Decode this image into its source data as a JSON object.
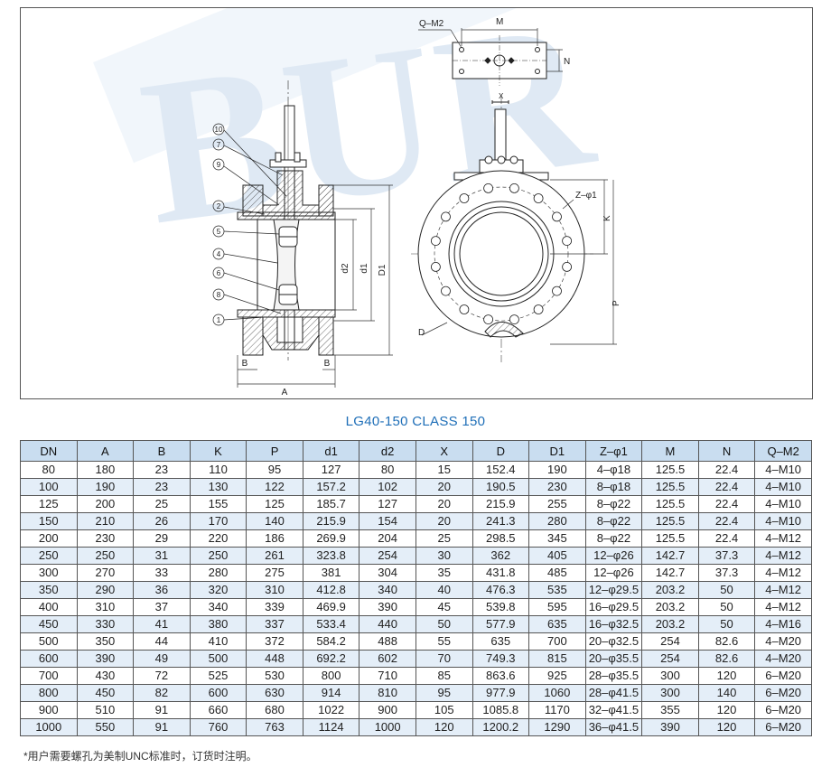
{
  "watermark": "BUR",
  "drawing": {
    "labels": {
      "callouts": [
        "10",
        "7",
        "9",
        "2",
        "5",
        "4",
        "6",
        "8",
        "1"
      ],
      "A": "A",
      "B_left": "B",
      "B_right": "B",
      "d2": "d2",
      "d1": "d1",
      "D1": "D1",
      "M": "M",
      "N": "N",
      "QM2": "Q–M2",
      "X": "X",
      "Z": "Z–φ1",
      "K": "K",
      "P": "P",
      "D": "D"
    }
  },
  "caption": "LG40-150  CLASS 150",
  "table": {
    "headers": [
      "DN",
      "A",
      "B",
      "K",
      "P",
      "d1",
      "d2",
      "X",
      "D",
      "D1",
      "Z–φ1",
      "M",
      "N",
      "Q–M2"
    ],
    "rows": [
      [
        "80",
        "180",
        "23",
        "110",
        "95",
        "127",
        "80",
        "15",
        "152.4",
        "190",
        "4–φ18",
        "125.5",
        "22.4",
        "4–M10"
      ],
      [
        "100",
        "190",
        "23",
        "130",
        "122",
        "157.2",
        "102",
        "20",
        "190.5",
        "230",
        "8–φ18",
        "125.5",
        "22.4",
        "4–M10"
      ],
      [
        "125",
        "200",
        "25",
        "155",
        "125",
        "185.7",
        "127",
        "20",
        "215.9",
        "255",
        "8–φ22",
        "125.5",
        "22.4",
        "4–M10"
      ],
      [
        "150",
        "210",
        "26",
        "170",
        "140",
        "215.9",
        "154",
        "20",
        "241.3",
        "280",
        "8–φ22",
        "125.5",
        "22.4",
        "4–M10"
      ],
      [
        "200",
        "230",
        "29",
        "220",
        "186",
        "269.9",
        "204",
        "25",
        "298.5",
        "345",
        "8–φ22",
        "125.5",
        "22.4",
        "4–M12"
      ],
      [
        "250",
        "250",
        "31",
        "250",
        "261",
        "323.8",
        "254",
        "30",
        "362",
        "405",
        "12–φ26",
        "142.7",
        "37.3",
        "4–M12"
      ],
      [
        "300",
        "270",
        "33",
        "280",
        "275",
        "381",
        "304",
        "35",
        "431.8",
        "485",
        "12–φ26",
        "142.7",
        "37.3",
        "4–M12"
      ],
      [
        "350",
        "290",
        "36",
        "320",
        "310",
        "412.8",
        "340",
        "40",
        "476.3",
        "535",
        "12–φ29.5",
        "203.2",
        "50",
        "4–M12"
      ],
      [
        "400",
        "310",
        "37",
        "340",
        "339",
        "469.9",
        "390",
        "45",
        "539.8",
        "595",
        "16–φ29.5",
        "203.2",
        "50",
        "4–M12"
      ],
      [
        "450",
        "330",
        "41",
        "380",
        "337",
        "533.4",
        "440",
        "50",
        "577.9",
        "635",
        "16–φ32.5",
        "203.2",
        "50",
        "4–M16"
      ],
      [
        "500",
        "350",
        "44",
        "410",
        "372",
        "584.2",
        "488",
        "55",
        "635",
        "700",
        "20–φ32.5",
        "254",
        "82.6",
        "4–M20"
      ],
      [
        "600",
        "390",
        "49",
        "500",
        "448",
        "692.2",
        "602",
        "70",
        "749.3",
        "815",
        "20–φ35.5",
        "254",
        "82.6",
        "4–M20"
      ],
      [
        "700",
        "430",
        "72",
        "525",
        "530",
        "800",
        "710",
        "85",
        "863.6",
        "925",
        "28–φ35.5",
        "300",
        "120",
        "6–M20"
      ],
      [
        "800",
        "450",
        "82",
        "600",
        "630",
        "914",
        "810",
        "95",
        "977.9",
        "1060",
        "28–φ41.5",
        "300",
        "140",
        "6–M20"
      ],
      [
        "900",
        "510",
        "91",
        "660",
        "680",
        "1022",
        "900",
        "105",
        "1085.8",
        "1170",
        "32–φ41.5",
        "355",
        "120",
        "6–M20"
      ],
      [
        "1000",
        "550",
        "91",
        "760",
        "763",
        "1124",
        "1000",
        "120",
        "1200.2",
        "1290",
        "36–φ41.5",
        "390",
        "120",
        "6–M20"
      ]
    ]
  },
  "note": "*用户需要螺孔为美制UNC标准时，订货时注明。"
}
